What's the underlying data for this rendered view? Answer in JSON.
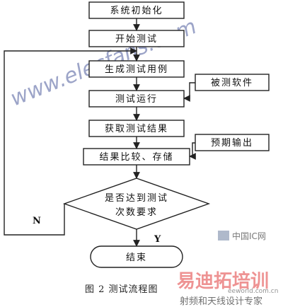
{
  "nodes": {
    "init": "系统初始化",
    "start": "开始测试",
    "generate": "生成测试用例",
    "sut": "被测软件",
    "run": "测试运行",
    "get_result": "获取测试结果",
    "expected": "预期输出",
    "compare": "结果比较、存储",
    "decision_line1": "是否达到测试",
    "decision_line2": "次数要求",
    "end": "结束"
  },
  "labels": {
    "no": "N",
    "yes": "Y"
  },
  "caption": "图 2  测试流程图",
  "watermarks": {
    "site": "www.elecfans.com",
    "brand": "中国IC网",
    "brand2": "易迪拓培训",
    "brand2_sub": "射频和天线设计专家",
    "brand3": "eeworld.com.cn"
  },
  "colors": {
    "stroke": "#222222",
    "watermark_blue": "#4a5a9a",
    "watermark_red": "#e03a3a"
  }
}
